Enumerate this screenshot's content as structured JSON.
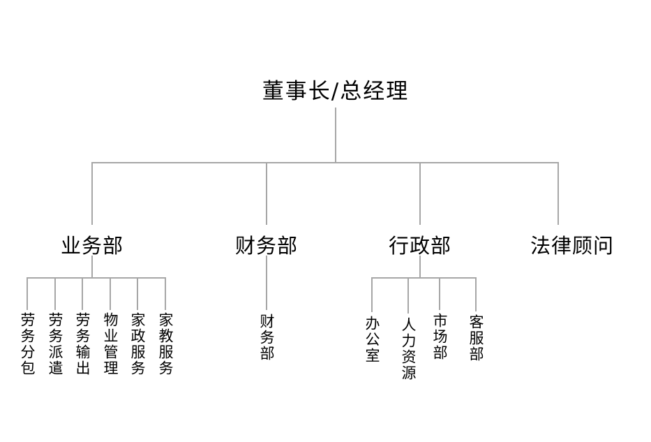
{
  "org_chart": {
    "root": {
      "label": "董事长/总经理"
    },
    "departments": [
      {
        "label": "业务部",
        "children": [
          "劳务分包",
          "劳务派遣",
          "劳务输出",
          "物业管理",
          "家政服务",
          "家教服务"
        ]
      },
      {
        "label": "财务部",
        "children": [
          "财务部"
        ]
      },
      {
        "label": "行政部",
        "children": [
          "办公室",
          "人力资源",
          "市场部",
          "客服部"
        ]
      },
      {
        "label": "法律顾问",
        "children": []
      }
    ]
  },
  "colors": {
    "line": "#a6a6a6",
    "text": "#000000",
    "background": "#ffffff"
  }
}
